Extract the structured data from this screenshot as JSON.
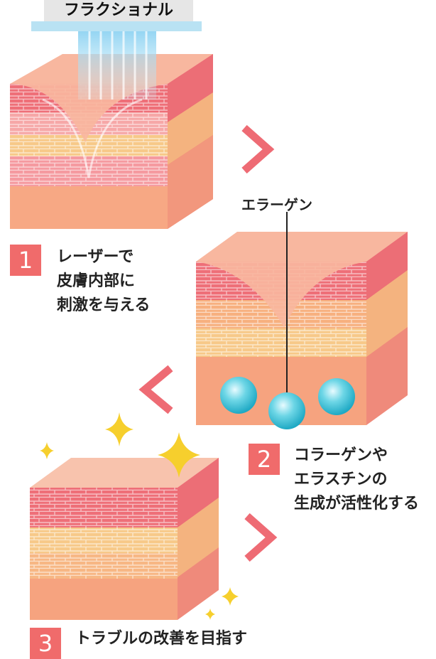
{
  "device": {
    "label": "フラクショナル"
  },
  "callout": {
    "label": "エラーゲン"
  },
  "steps": [
    {
      "number": "1",
      "text": "レーザーで\n皮膚内部に\n刺激を与える"
    },
    {
      "number": "2",
      "text": "コラーゲンや\nエラスチンの\n生成が活性化する"
    },
    {
      "number": "3",
      "text": "トラブルの改善を目指す"
    }
  ],
  "colors": {
    "accent": "#f06b6b",
    "arrow": "#ee6b74",
    "skin_top": "#f8b79f",
    "skin_red": "#ee6f78",
    "skin_pink": "#f6a7a7",
    "skin_yellow": "#f7c989",
    "skin_orange": "#f6a37f",
    "laser": "#aee1f7",
    "collagen": "#33c1d6",
    "sparkle": "#f6cf2d"
  }
}
